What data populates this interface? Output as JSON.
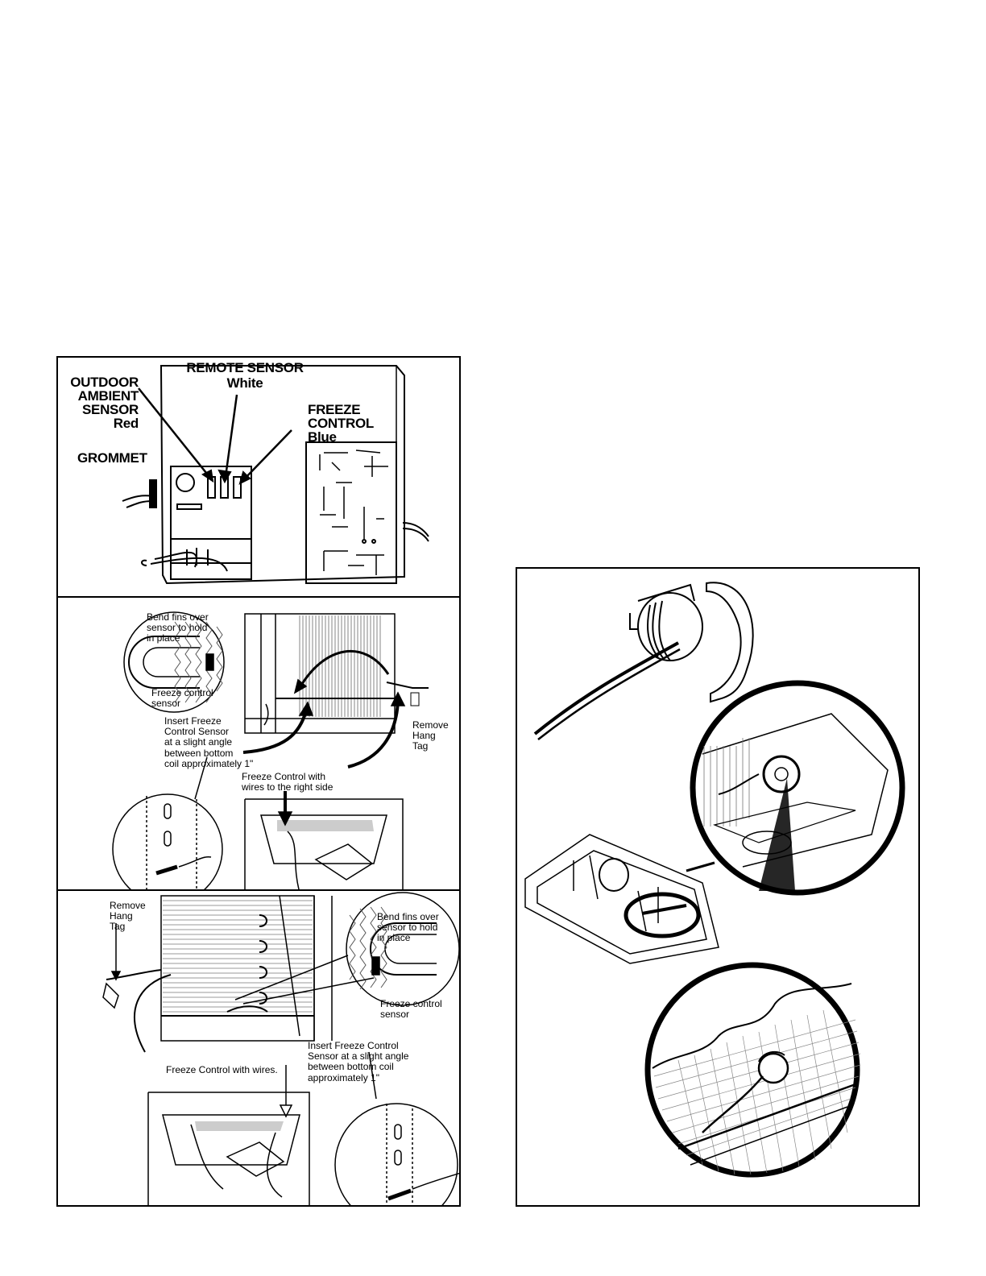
{
  "panel1": {
    "outdoor": [
      "OUTDOOR",
      "AMBIENT",
      "SENSOR",
      "Red"
    ],
    "grommet": "GROMMET",
    "remote": [
      "REMOTE SENSOR",
      "White"
    ],
    "freeze": [
      "FREEZE",
      "CONTROL",
      "Blue"
    ]
  },
  "panel2": {
    "bend": [
      "Bend fins over",
      "sensor to hold",
      "in place"
    ],
    "sensor": [
      "Freeze control",
      "sensor"
    ],
    "insert": [
      "Insert Freeze",
      "Control Sensor",
      "at a slight angle",
      "between bottom",
      "coil approximately 1\""
    ],
    "tag": [
      "Remove",
      "Hang",
      "Tag"
    ],
    "wires": [
      "Freeze Control with",
      "wires to the right side"
    ]
  },
  "panel3": {
    "tag": [
      "Remove",
      "Hang",
      "Tag"
    ],
    "bend": [
      "Bend fins over",
      "sensor to hold",
      "in place"
    ],
    "sensor": [
      "Freeze control",
      "sensor"
    ],
    "insert": [
      "Insert Freeze Control",
      "Sensor at a slight angle",
      "between bottom coil",
      "approximately 1\""
    ],
    "wires": "Freeze Control with wires."
  }
}
